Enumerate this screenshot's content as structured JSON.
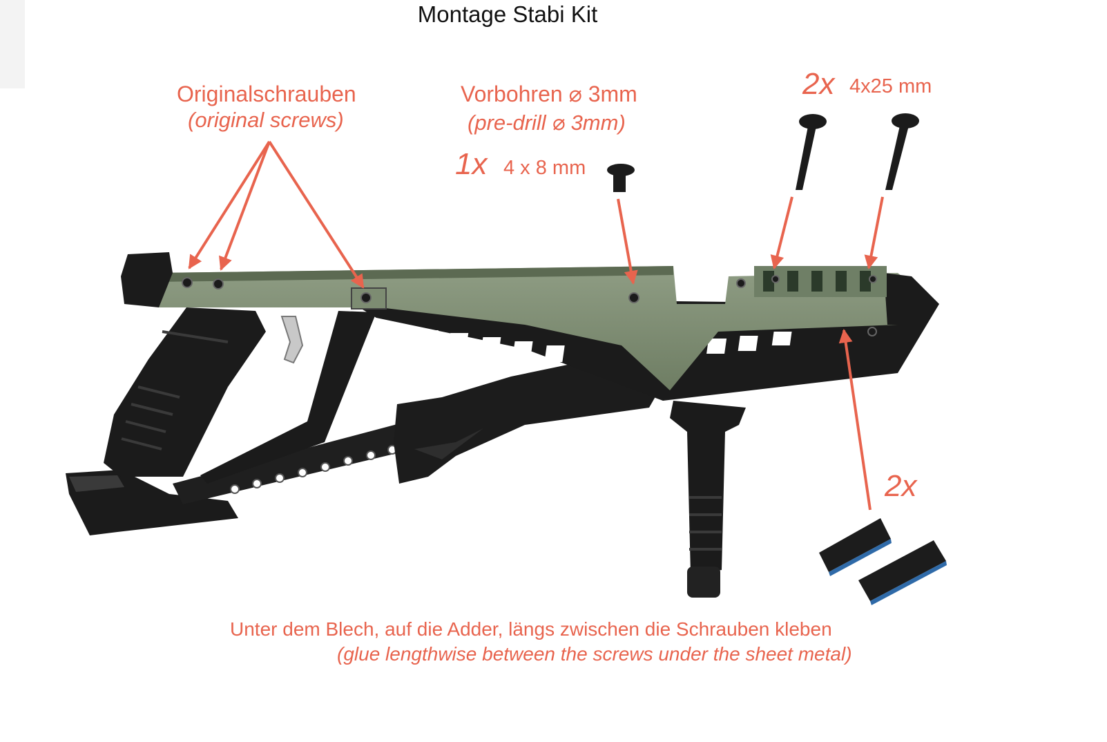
{
  "title": "Montage Stabi Kit",
  "labels": {
    "original_screws_de": "Originalschrauben",
    "original_screws_en": "(original screws)",
    "predrill_de": "Vorbohren ⌀ 3mm",
    "predrill_en": "(pre-drill ⌀ 3mm)",
    "small_screw_count": "1x",
    "small_screw_size": "4 x 8 mm",
    "long_screw_count": "2x",
    "long_screw_size": "4x25 mm",
    "pads_count": "2x",
    "glue_de": "Unter dem Blech, auf die Adder, längs zwischen die Schrauben kleben",
    "glue_en": "(glue lengthwise between the screws under the sheet metal)"
  },
  "colors": {
    "annotation": "#e8644e",
    "frame_green": "#7d8c72",
    "frame_black": "#1b1b1b"
  }
}
